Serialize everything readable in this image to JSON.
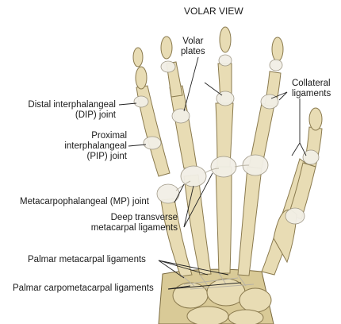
{
  "title": "VOLAR VIEW",
  "labels": {
    "volar_plates_1": "Volar",
    "volar_plates_2": "plates",
    "collateral_1": "Collateral",
    "collateral_2": "ligaments",
    "dip_1": "Distal interphalangeal",
    "dip_2": "(DIP) joint",
    "pip_1": "Proximal",
    "pip_2": "interphalangeal",
    "pip_3": "(PIP) joint",
    "mp": "Metacarpophalangeal (MP) joint",
    "deep_1": "Deep transverse",
    "deep_2": "metacarpal ligaments",
    "palmar_meta": "Palmar metacarpal ligaments",
    "palmar_carpo": "Palmar carpometacarpal ligaments"
  },
  "colors": {
    "bone": "#e8dcb4",
    "ligament": "#f2efe6",
    "leader_line": "#222222"
  }
}
